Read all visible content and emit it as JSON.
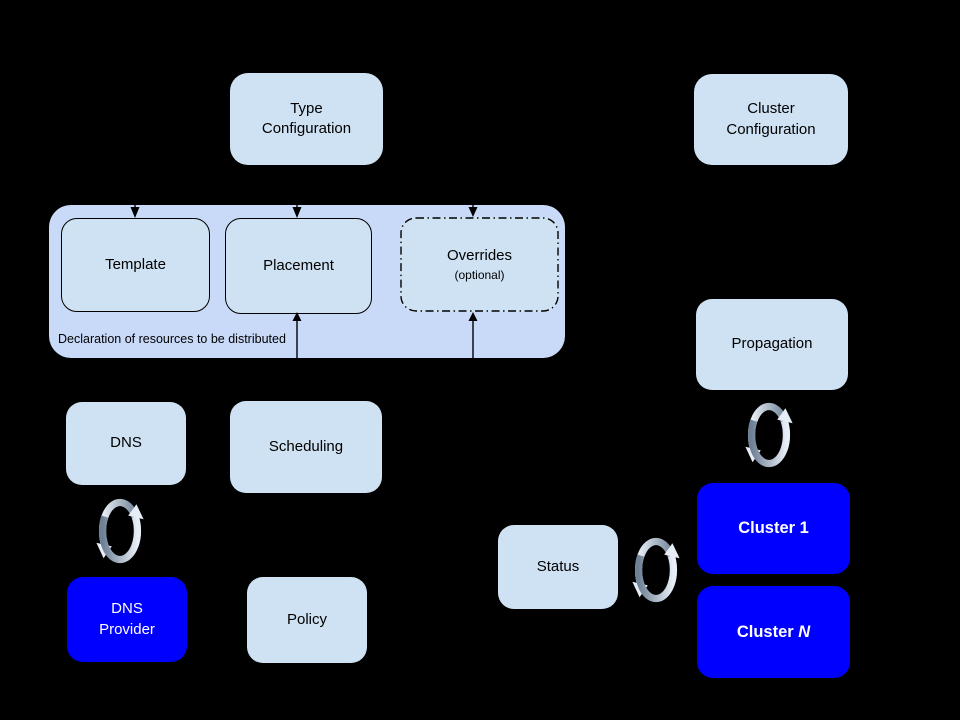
{
  "nodes": {
    "type_configuration": {
      "label": "Type\nConfiguration"
    },
    "cluster_configuration": {
      "label": "Cluster\nConfiguration"
    },
    "template": {
      "label": "Template"
    },
    "placement": {
      "label": "Placement"
    },
    "overrides": {
      "label": "Overrides",
      "sublabel": "(optional)"
    },
    "dns": {
      "label": "DNS"
    },
    "scheduling": {
      "label": "Scheduling"
    },
    "propagation": {
      "label": "Propagation"
    },
    "dns_provider": {
      "label": "DNS\nProvider"
    },
    "policy": {
      "label": "Policy"
    },
    "status": {
      "label": "Status"
    },
    "cluster_1": {
      "label": "Cluster 1"
    },
    "cluster_n": {
      "prefix": "Cluster ",
      "variable": "N"
    }
  },
  "group": {
    "caption": "Declaration of resources to be distributed"
  },
  "icons": {
    "sync": "circular-sync-arrows"
  },
  "colors": {
    "background": "#000000",
    "group_fill": "#c9daf8",
    "node_fill": "#cfe2f3",
    "cluster_fill": "#0000ff",
    "node_text": "#000000",
    "cluster_text": "#ffffff",
    "arrow": "#000000",
    "sync_arrow_light": "#e9eff7",
    "sync_arrow_dark": "#6d8094"
  }
}
